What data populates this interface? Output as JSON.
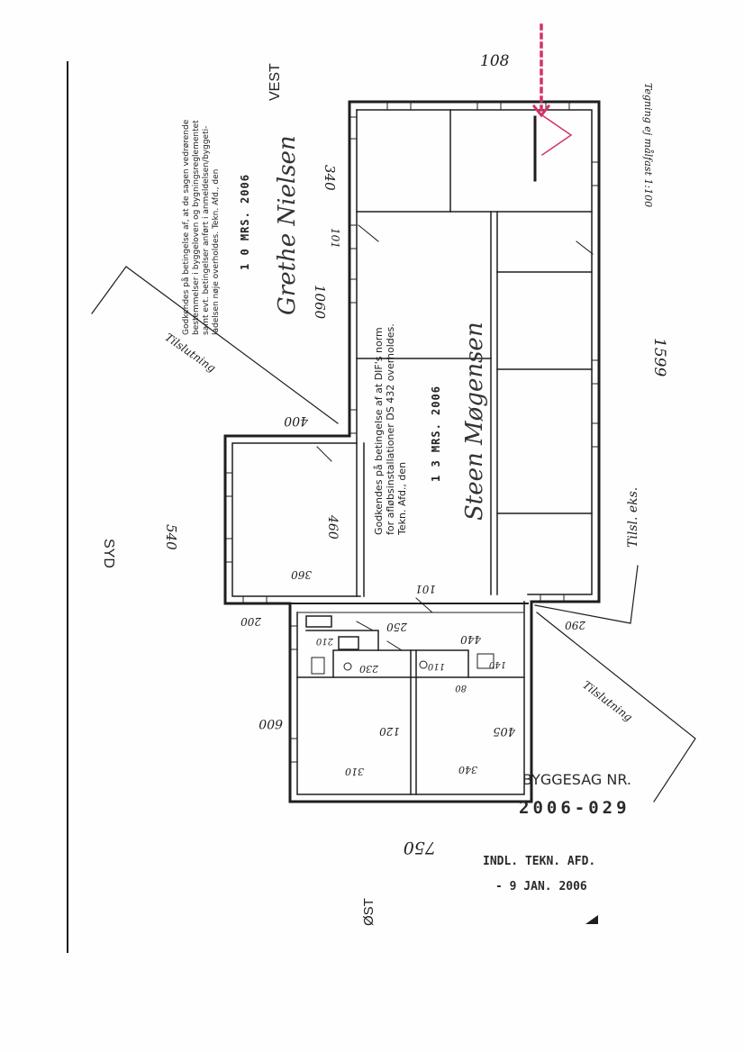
{
  "compass": {
    "west": "VEST",
    "south": "SYD",
    "east": "ØST"
  },
  "dimensions": {
    "top": "108",
    "right": "1599",
    "bottom": "750",
    "left_vertical": "540",
    "d_340": "340",
    "d_1060": "1060",
    "d_101a": "101",
    "d_400": "400",
    "d_460": "460",
    "d_360": "360",
    "d_200": "200",
    "d_101b": "101",
    "d_250": "250",
    "d_440": "440",
    "d_230": "230",
    "d_110": "110",
    "d_80": "80",
    "d_140": "140",
    "d_600": "600",
    "d_210": "210",
    "d_120": "120",
    "d_405": "405",
    "d_310": "310",
    "d_340b": "340",
    "d_290": "290"
  },
  "annotations": {
    "not_to_scale": "Tegning ej målfast 1:100",
    "connection_left": "Tilslutning",
    "connection_right": "Tilslutning",
    "existing_connection": "Tilsl. eks."
  },
  "stamp_building": {
    "line1": "Godkendes på betingelse af, at de sagen vedrørende",
    "line2": "bestemmelser i byggeloven og bygningsreglementet",
    "line3": "samt evt. betingelser anført i anmeldelsen/byggeti-",
    "line4": "ladelsen nøje overholdes. Tekn. Afd., den",
    "date": "1 0 MRS. 2006",
    "signature": "Grethe Nielsen"
  },
  "stamp_sewer": {
    "line1": "Godkendes på betingelse af at DIF's norm",
    "line2": "for afløbsinstallationer DS 432 overholdes.",
    "line3": "Tekn. Afd., den",
    "date": "1 3 MRS. 2006",
    "signature": "Steen Møgensen"
  },
  "case": {
    "label": "BYGGESAG NR.",
    "number": "2006-029"
  },
  "received": {
    "dept": "INDL. TEKN. AFD.",
    "date": "- 9 JAN. 2006"
  }
}
